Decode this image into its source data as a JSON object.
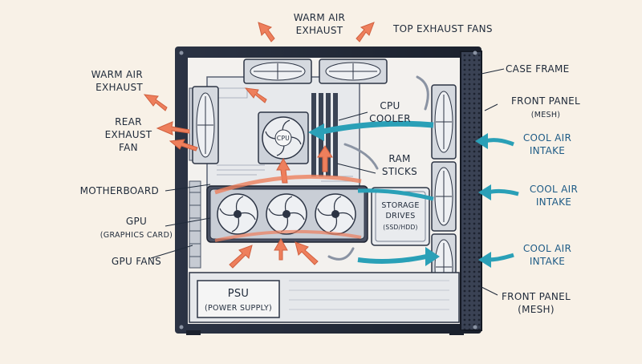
{
  "labels": {
    "warm_air_exhaust_top": [
      "WARM AIR",
      "EXHAUST"
    ],
    "top_exhaust_fans": "TOP EXHAUST FANS",
    "case_frame": "CASE FRAME",
    "warm_air_exhaust_rear": [
      "WARM AIR",
      "EXHAUST"
    ],
    "rear_exhaust_fan": [
      "REAR",
      "EXHAUST",
      "FAN"
    ],
    "front_panel_mesh_top": [
      "FRONT PANEL",
      "(MESH)"
    ],
    "cpu_cooler": [
      "CPU",
      "COOLER"
    ],
    "cpu_chip": "CPU",
    "cool_air_intake_1": [
      "COOL AIR",
      "INTAKE"
    ],
    "cool_air_intake_2": [
      "COOL AIR",
      "INTAKE"
    ],
    "cool_air_intake_3": [
      "COOL AIR",
      "INTAKE"
    ],
    "ram_sticks": [
      "RAM",
      "STICKS"
    ],
    "motherboard": "MOTHERBOARD",
    "gpu": [
      "GPU",
      "(GRAPHICS CARD)"
    ],
    "gpu_fans": "GPU FANS",
    "storage_drives": [
      "STORAGE",
      "DRIVES",
      "(SSD/HDD)"
    ],
    "psu": [
      "PSU",
      "(POWER SUPPLY)"
    ],
    "front_panel_mesh_bottom": [
      "FRONT PANEL",
      "(MESH)"
    ]
  },
  "colors": {
    "background": "#f8f1e7",
    "case": "#232a38",
    "warm_air": "#ee7f5c",
    "cool_air": "#2aa0b7",
    "cool_text": "#1e5b86",
    "ink": "#1f2a3a"
  }
}
